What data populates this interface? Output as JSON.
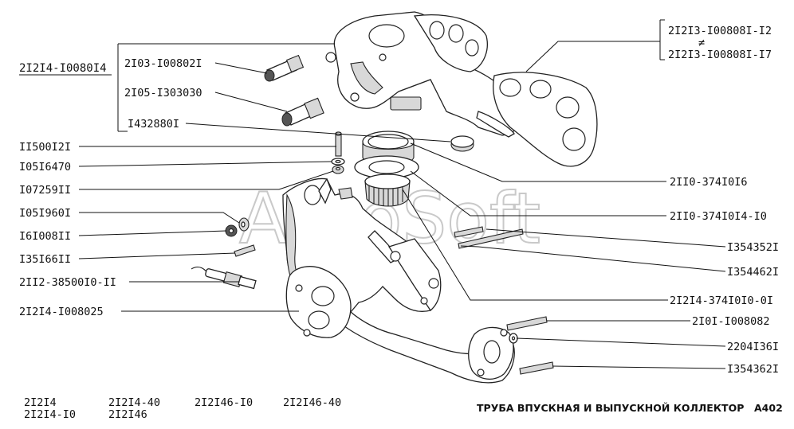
{
  "labels_left": [
    {
      "id": "assembly",
      "text": "2I2I4-I0080I4"
    },
    {
      "id": "l1",
      "text": "2I03-I00802I"
    },
    {
      "id": "l2",
      "text": "2I05-I303030"
    },
    {
      "id": "l3",
      "text": "I432880I"
    },
    {
      "id": "l4",
      "text": "II500I2I"
    },
    {
      "id": "l5",
      "text": "I05I6470"
    },
    {
      "id": "l6",
      "text": "I07259II"
    },
    {
      "id": "l7",
      "text": "I05I960I"
    },
    {
      "id": "l8",
      "text": "I6I008II"
    },
    {
      "id": "l9",
      "text": "I35I66II"
    },
    {
      "id": "l10",
      "text": "2II2-38500I0-II"
    },
    {
      "id": "l11",
      "text": "2I2I4-I008025"
    }
  ],
  "labels_right": [
    {
      "id": "r1a",
      "text": "2I2I3-I00808I-I2"
    },
    {
      "id": "r1sep",
      "text": "≠"
    },
    {
      "id": "r1b",
      "text": "2I2I3-I00808I-I7"
    },
    {
      "id": "r2",
      "text": "2II0-374I0I6"
    },
    {
      "id": "r3",
      "text": "2II0-374I0I4-I0"
    },
    {
      "id": "r4",
      "text": "I354352I"
    },
    {
      "id": "r5",
      "text": "I354462I"
    },
    {
      "id": "r6",
      "text": "2I2I4-374I0I0-0I"
    },
    {
      "id": "r7",
      "text": "2I0I-I008082"
    },
    {
      "id": "r8",
      "text": "2204I36I"
    },
    {
      "id": "r9",
      "text": "I354362I"
    }
  ],
  "footer": {
    "models": [
      "2I2I4",
      "2I2I4-I0",
      "2I2I4-40",
      "2I2I46",
      "2I2I46-I0",
      "2I2I46-40"
    ],
    "title": "ТРУБА ВПУСКНАЯ И ВЫПУСКНОЙ КОЛЛЕКТОР",
    "page_code": "A402"
  },
  "watermark": "AutoSoft"
}
